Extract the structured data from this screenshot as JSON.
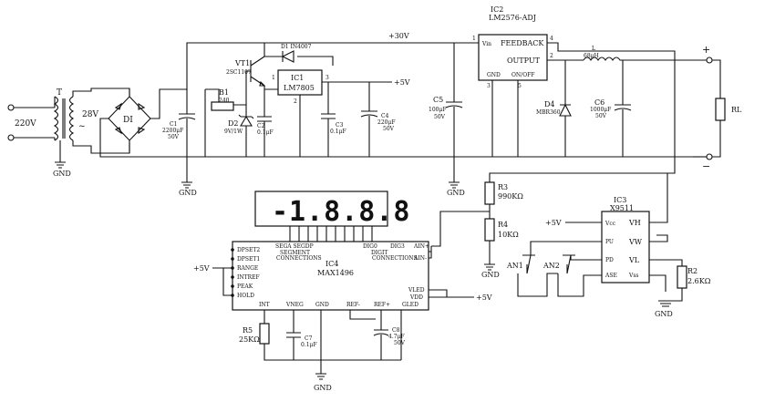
{
  "supply": {
    "mains": "220V",
    "transformer": "T",
    "secondary": "28V",
    "bridge": "DI",
    "rail": "+30V",
    "gnd": "GND",
    "plus5": "+5V"
  },
  "c1": {
    "name": "C1",
    "value": "2200μF",
    "volt": "50V"
  },
  "vt1": {
    "name": "VT1",
    "part": "2SC1107"
  },
  "b1": {
    "name": "B1",
    "value": "240"
  },
  "d2": {
    "name": "D2",
    "value": "9V/1W"
  },
  "d1": {
    "name": "D1 IN4007"
  },
  "ic1": {
    "name": "IC1",
    "part": "LM7805",
    "pin1": "1",
    "pin2": "2",
    "pin3": "3"
  },
  "c2": {
    "name": "C2",
    "value": "0.1μF"
  },
  "c3": {
    "name": "C3",
    "value": "0.1μF"
  },
  "c4": {
    "name": "C4",
    "value": "220μF",
    "volt": "50V"
  },
  "c5": {
    "name": "C5",
    "value": "100μF",
    "volt": "50V"
  },
  "ic2": {
    "name": "IC2",
    "part": "LM2576-ADJ",
    "vin": "Vin",
    "feedback": "FEEDBACK",
    "output": "OUTPUT",
    "gnd": "GND",
    "onoff": "ON/OFF",
    "pin1": "1",
    "pin2": "2",
    "pin3": "3",
    "pin4": "4",
    "pin5": "5"
  },
  "inductor": {
    "name": "L",
    "value": "68μH"
  },
  "d4": {
    "name": "D4",
    "part": "MBR360"
  },
  "c6": {
    "name": "C6",
    "value": "1000μF",
    "volt": "50V"
  },
  "output": {
    "plus": "+",
    "minus": "−",
    "load": "RL"
  },
  "r3": {
    "name": "R3",
    "value": "990KΩ"
  },
  "r4": {
    "name": "R4",
    "value": "10KΩ"
  },
  "display": {
    "digits": "-1.8.8.8"
  },
  "ic4": {
    "name": "IC4",
    "part": "MAX1496",
    "seg_left": "SEGA SEGDP",
    "seg_label": "SEGMENT",
    "seg_conn": "CONNECTIONS",
    "dig_left": "DIG0",
    "dig_mid": "DIG3",
    "dig_label": "DIGIT",
    "dig_conn": "CONNECTIONS",
    "pins_left": [
      "DPSET2",
      "DPSET1",
      "RANGE",
      "INTREF",
      "PEAK",
      "HOLD"
    ],
    "ain_plus": "AIN+",
    "ain_minus": "AIN-",
    "vled": "VLED",
    "vdd": "VDD",
    "gled": "GLED",
    "pins_bottom": [
      "INT",
      "VNEG",
      "GND",
      "REF-",
      "REF+"
    ]
  },
  "r5": {
    "name": "R5",
    "value": "25KΩ"
  },
  "c7": {
    "name": "C7",
    "value": "0.1μF"
  },
  "c8": {
    "name": "C8",
    "value": "4.7μF",
    "volt": "50V"
  },
  "ic3": {
    "name": "IC3",
    "part": "X9511",
    "vcc": "Vcc",
    "pu": "PU",
    "pd": "PD",
    "ase": "ASE",
    "vss": "Vss",
    "vh": "VH",
    "vw": "VW",
    "vl": "VL"
  },
  "an1": "AN1",
  "an2": "AN2",
  "r2": {
    "name": "R2",
    "value": "2.6KΩ"
  }
}
